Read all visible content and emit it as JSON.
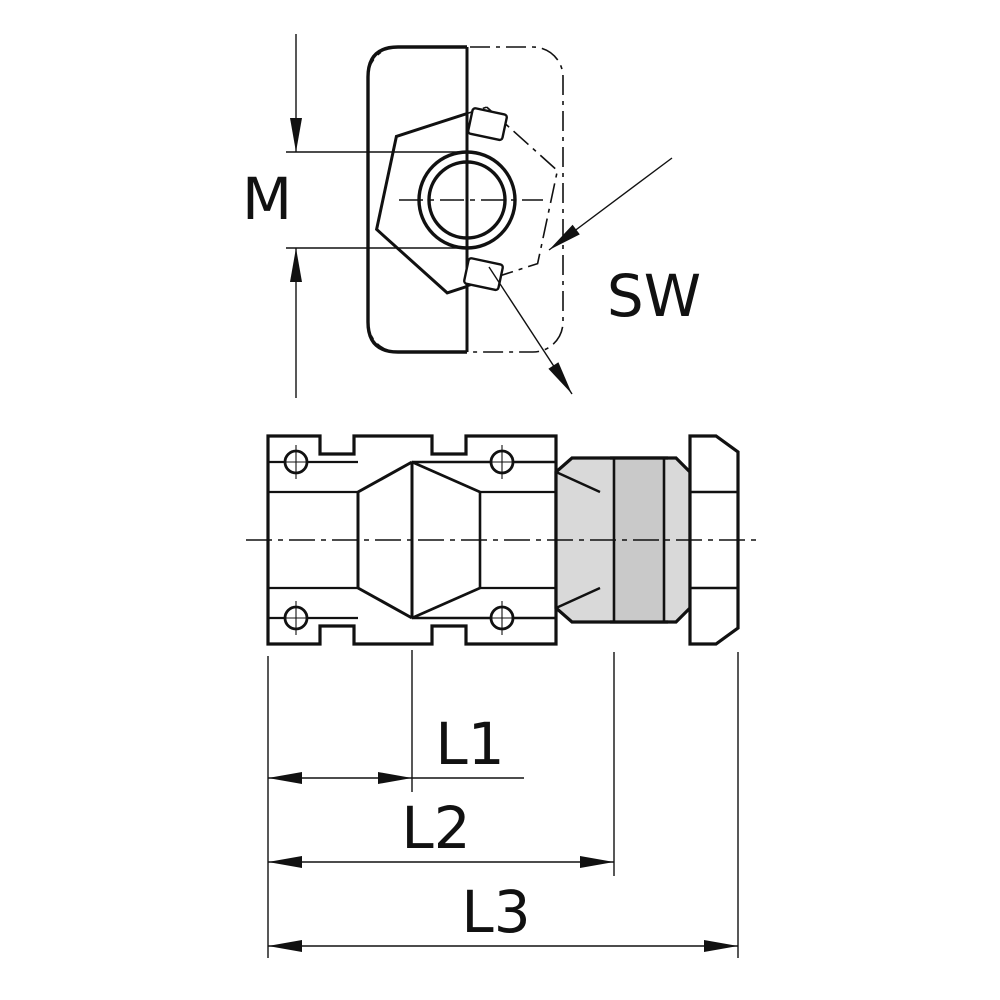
{
  "drawing": {
    "type": "technical-drawing",
    "background": "#ffffff",
    "line_color": "#111111",
    "nut_fill": "#d9d9d9",
    "nut_facet_fill": "#c9c9c9",
    "front_view": {
      "thread_label": "M",
      "wrench_label": "SW"
    },
    "side_view": {
      "length_labels": {
        "l1": "L1",
        "l2": "L2",
        "l3": "L3"
      }
    }
  }
}
